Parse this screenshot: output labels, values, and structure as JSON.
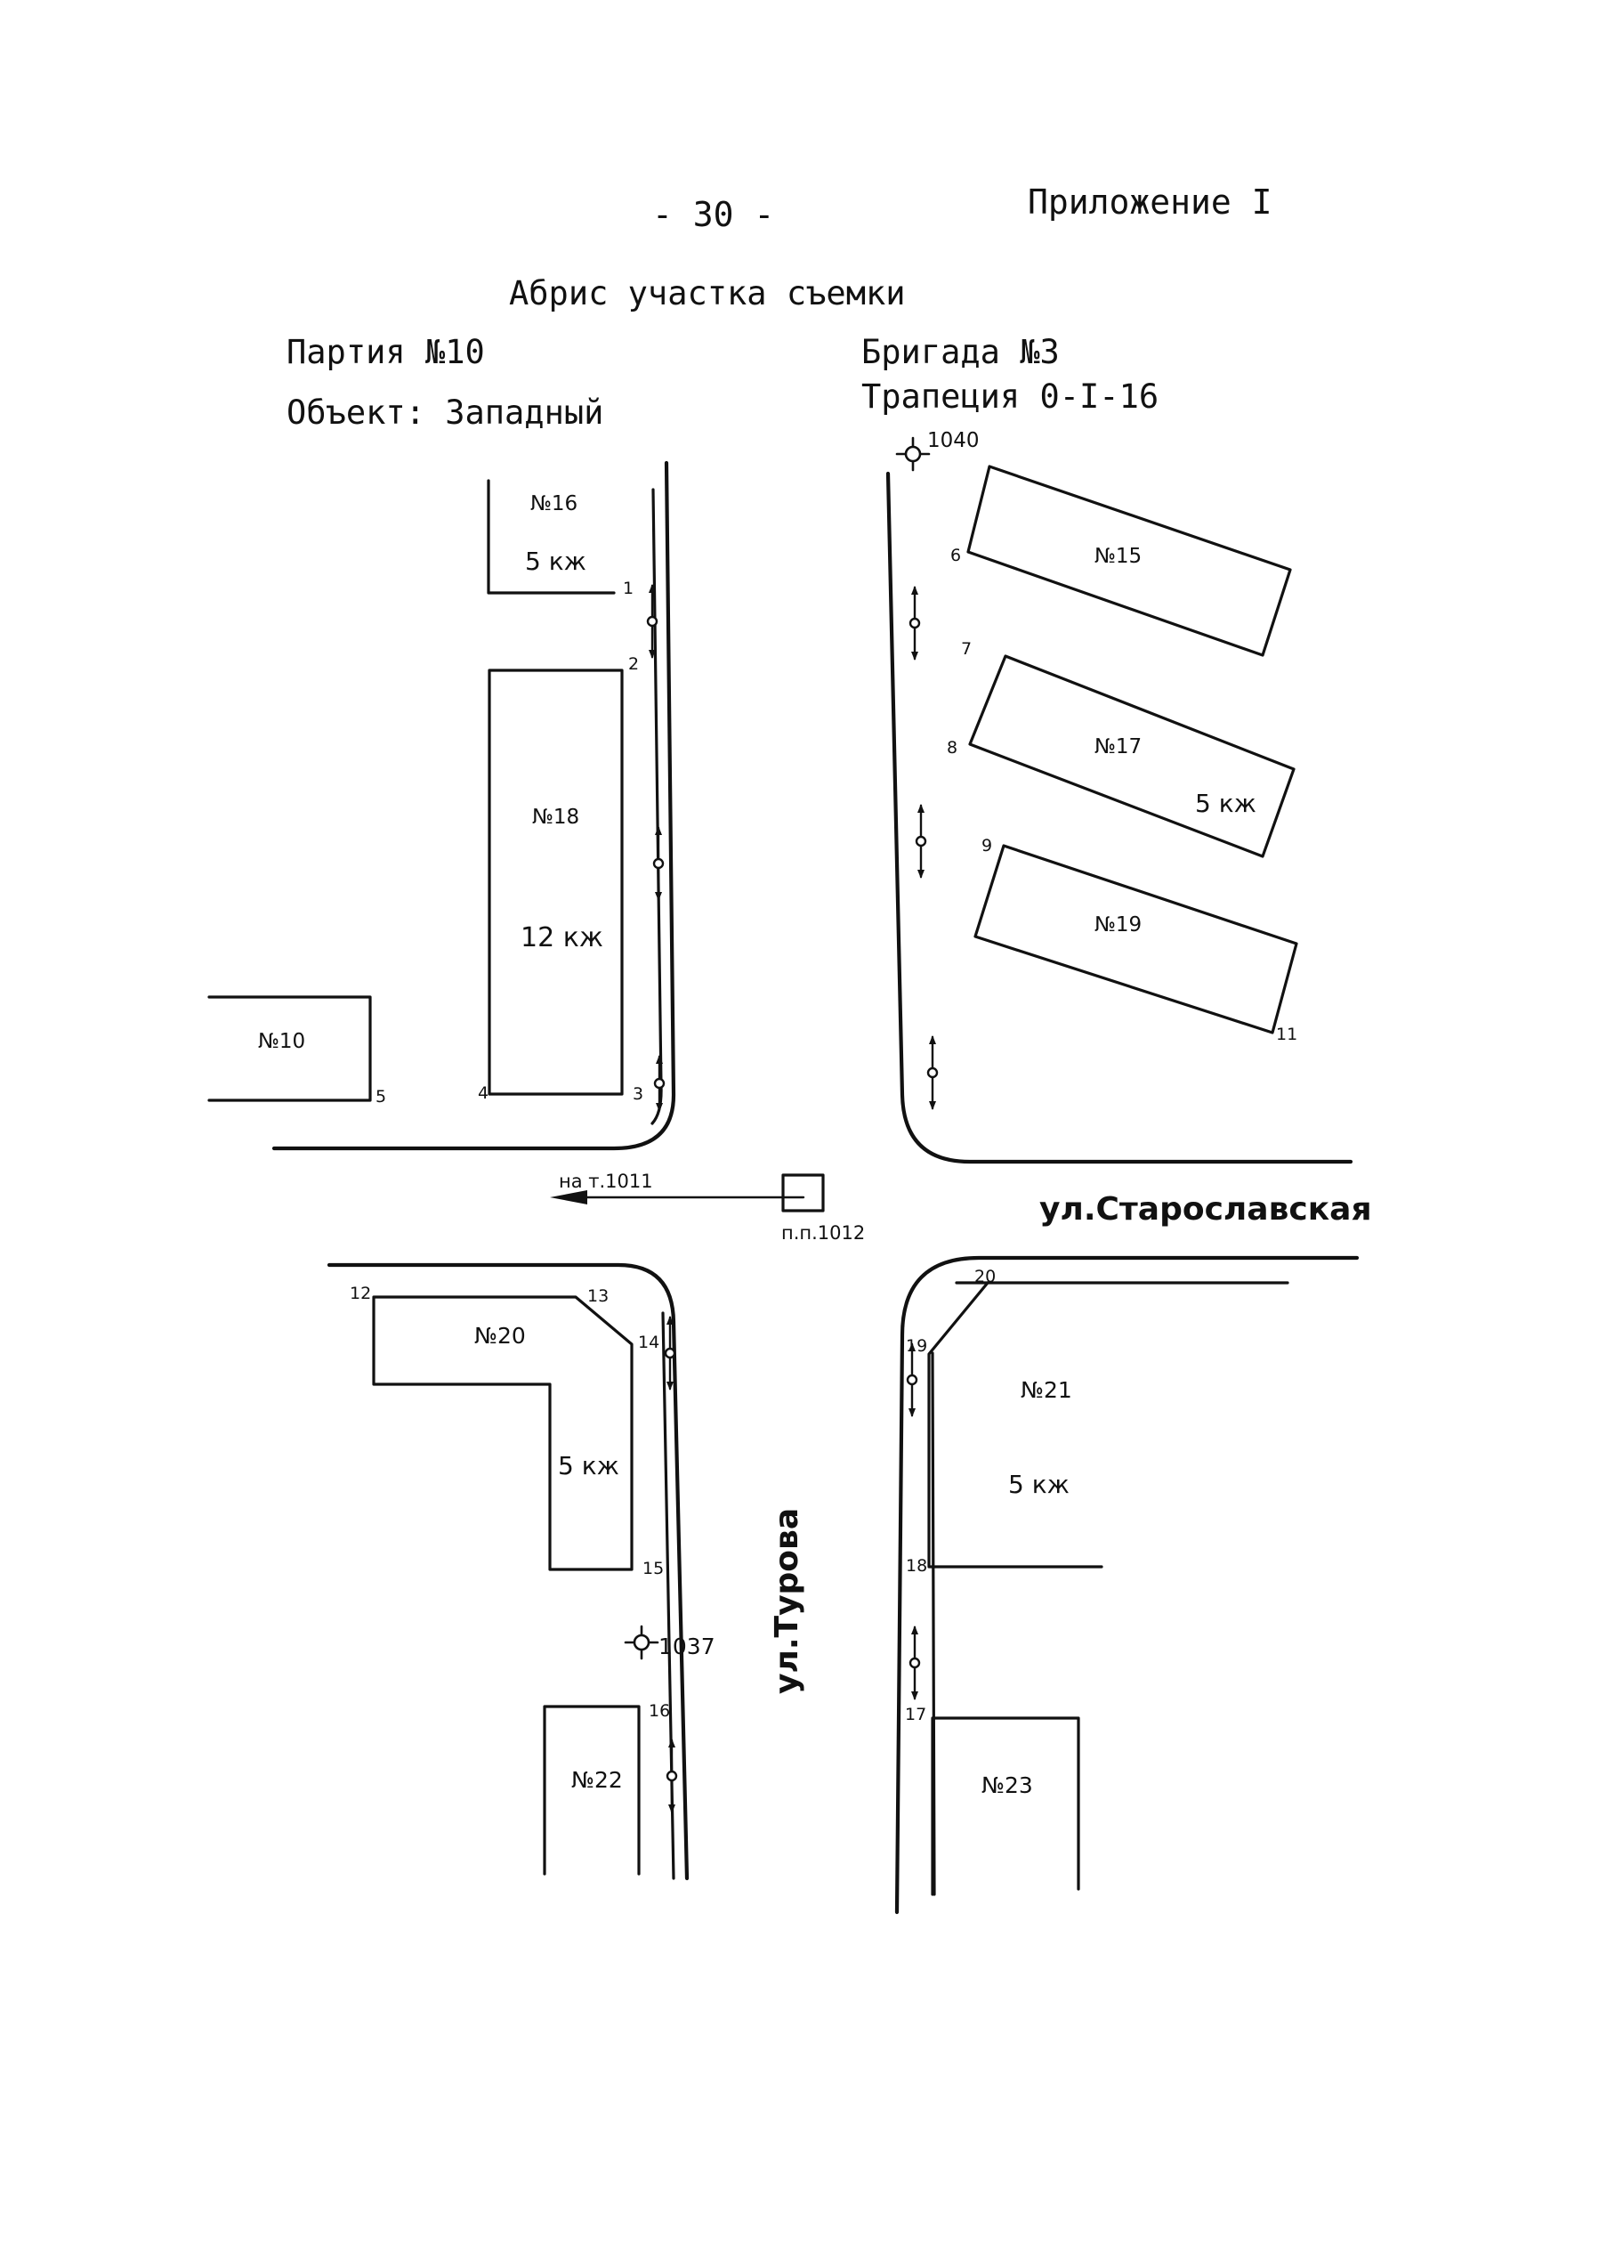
{
  "header": {
    "page_number": "- 30 -",
    "appendix": "Приложение I",
    "title": "Абрис участка съемки",
    "party": "Партия №10",
    "brigade": "Бригада №3",
    "object": "Объект: Западный",
    "trapezium": "Трапеция 0-I-16"
  },
  "streets": {
    "starosl": "ул.Старославская",
    "turova": "ул.Турова"
  },
  "buildings": {
    "b16": {
      "number": "№16",
      "floors": "5 кж"
    },
    "b18": {
      "number": "№18",
      "floors": "12 кж"
    },
    "b10": {
      "number": "№10"
    },
    "b15": {
      "number": "№15"
    },
    "b17": {
      "number": "№17",
      "floors": "5 кж"
    },
    "b19": {
      "number": "№19"
    },
    "b20": {
      "number": "№20",
      "floors": "5 кж"
    },
    "b21": {
      "number": "№21",
      "floors": "5 кж"
    },
    "b22": {
      "number": "№22"
    },
    "b23": {
      "number": "№23"
    }
  },
  "points": {
    "p1040": "1040",
    "p1037": "1037",
    "station": "п.п.1012",
    "direction": "на т.1011"
  },
  "corner_numbers": {
    "c1": "1",
    "c2": "2",
    "c3": "3",
    "c4": "4",
    "c5": "5",
    "c6": "6",
    "c7": "7",
    "c8": "8",
    "c9": "9",
    "c11": "11",
    "c12": "12",
    "c13": "13",
    "c14": "14",
    "c15": "15",
    "c16": "16",
    "c17": "17",
    "c18": "18",
    "c19": "19",
    "c20": "20"
  }
}
